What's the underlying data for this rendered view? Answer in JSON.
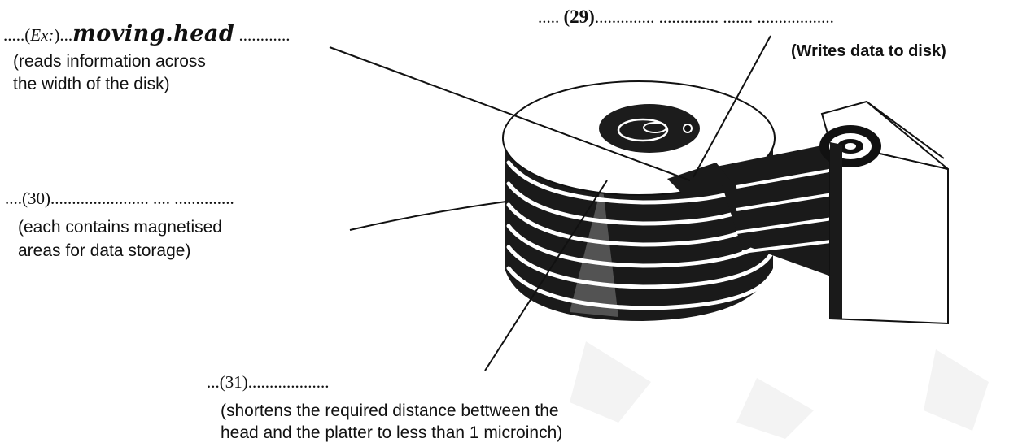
{
  "labels": {
    "ex": {
      "prefix": ".....(",
      "ex_word": "Ex:",
      "mid": ")...",
      "answer": "moving.head",
      "suffix": " ............",
      "desc_line1": "(reads information across",
      "desc_line2": " the width of the disk)"
    },
    "q29": {
      "prefix": "..... ",
      "number": "(29)",
      "suffix": ".............. .............. ....... ..................",
      "desc": "(Writes data to disk)"
    },
    "q30": {
      "text": "....(30)....................... .... ..............",
      "desc_line1": "(each contains magnetised",
      "desc_line2": " areas for data storage)"
    },
    "q31": {
      "text": "...(31)...................",
      "desc_line1": "(shortens the required distance bettween the",
      "desc_line2": "head and the platter to less than 1 microinch)"
    }
  },
  "colors": {
    "ink": "#111111",
    "background": "#ffffff",
    "watermark": "#f2f2f2"
  }
}
